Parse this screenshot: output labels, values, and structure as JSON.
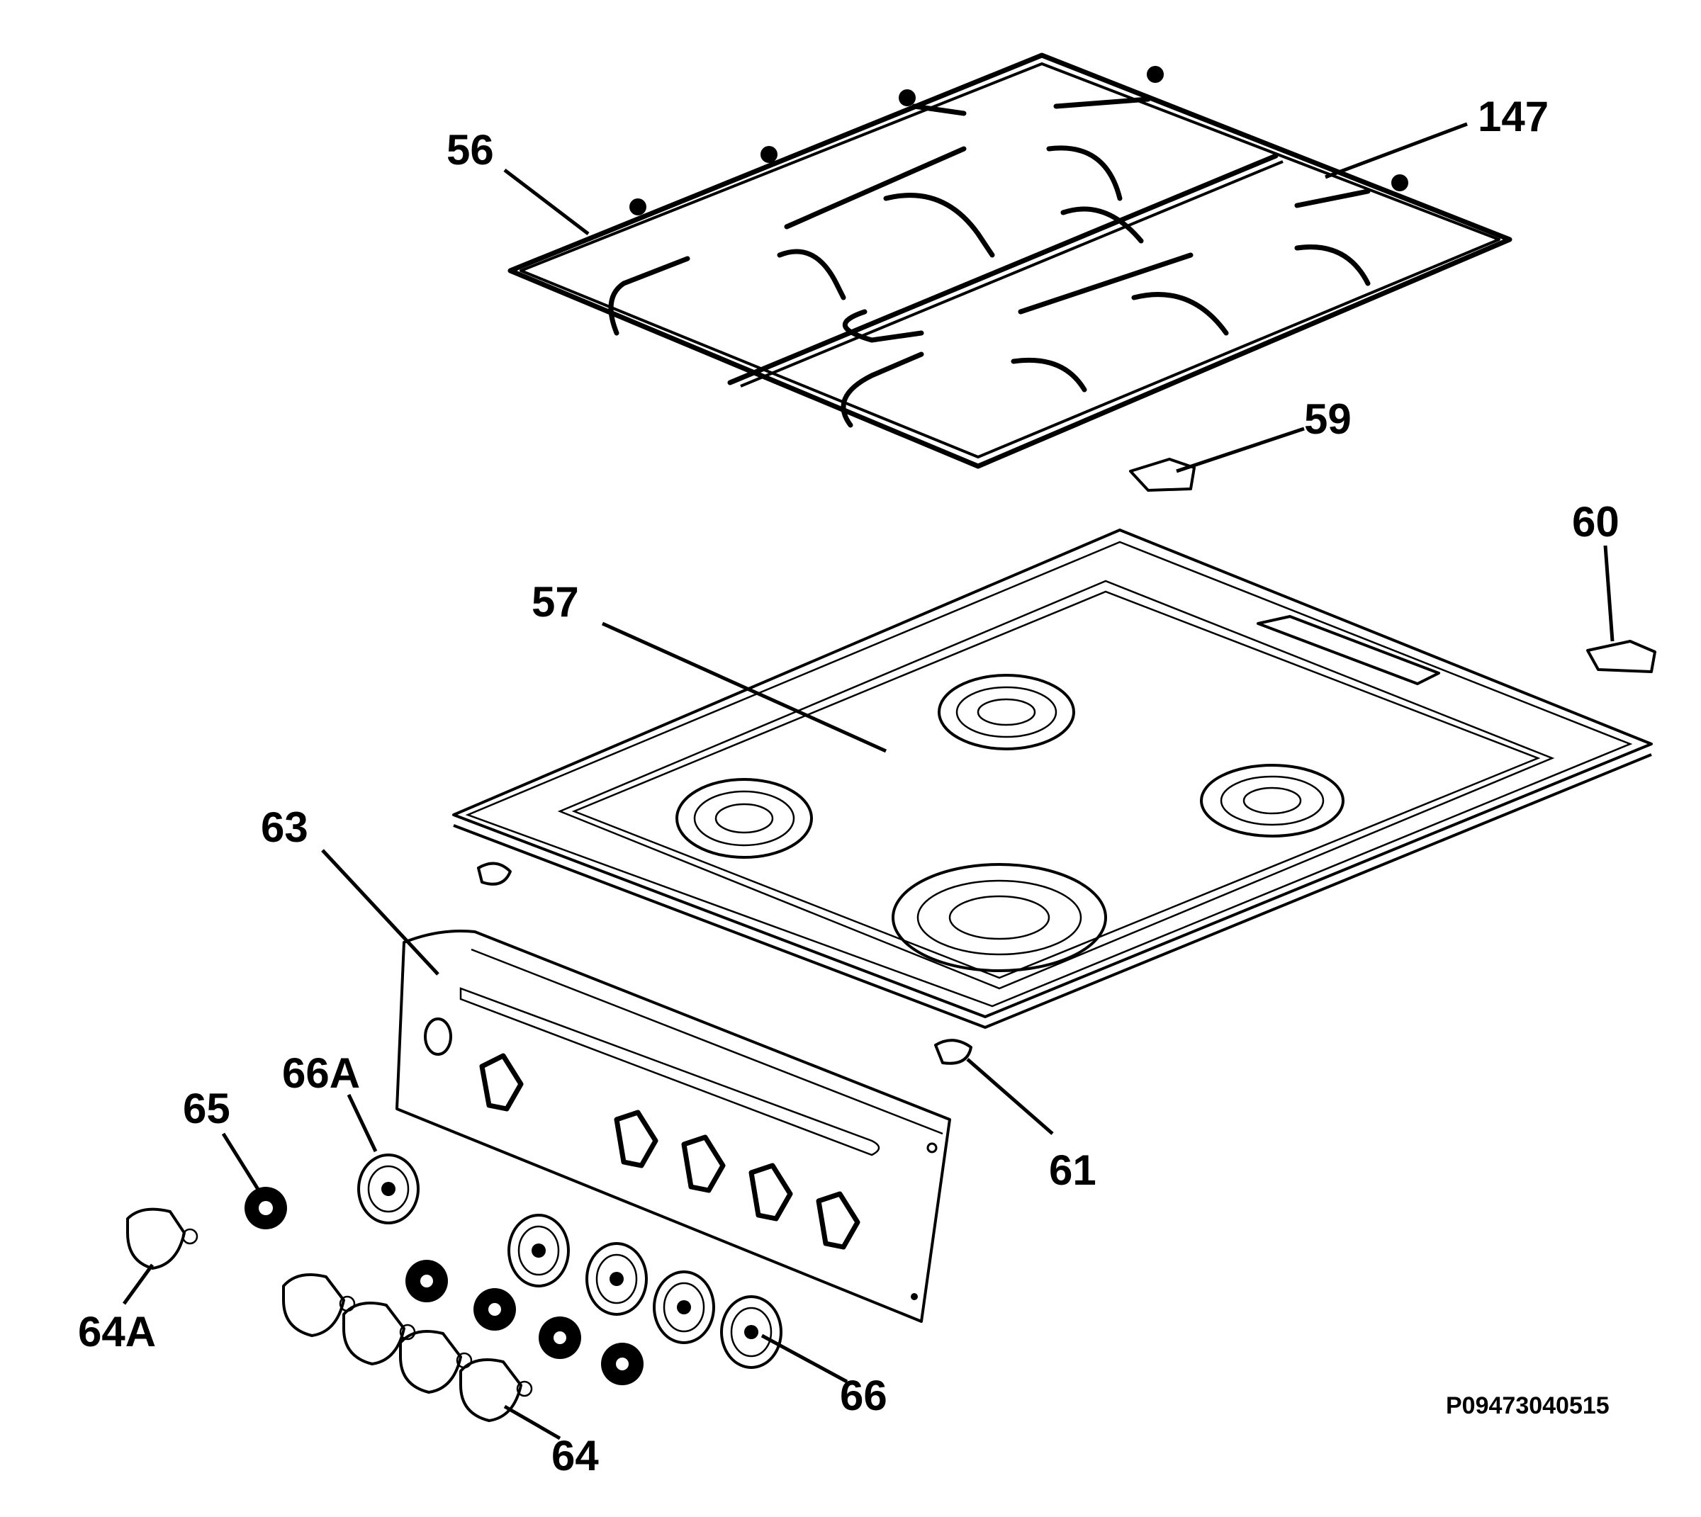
{
  "diagram": {
    "drawing_code": "P09473040515",
    "callouts": {
      "c56": "56",
      "c147": "147",
      "c59": "59",
      "c60": "60",
      "c57": "57",
      "c63": "63",
      "c61": "61",
      "c66A": "66A",
      "c65": "65",
      "c64A": "64A",
      "c66": "66",
      "c64": "64"
    }
  }
}
